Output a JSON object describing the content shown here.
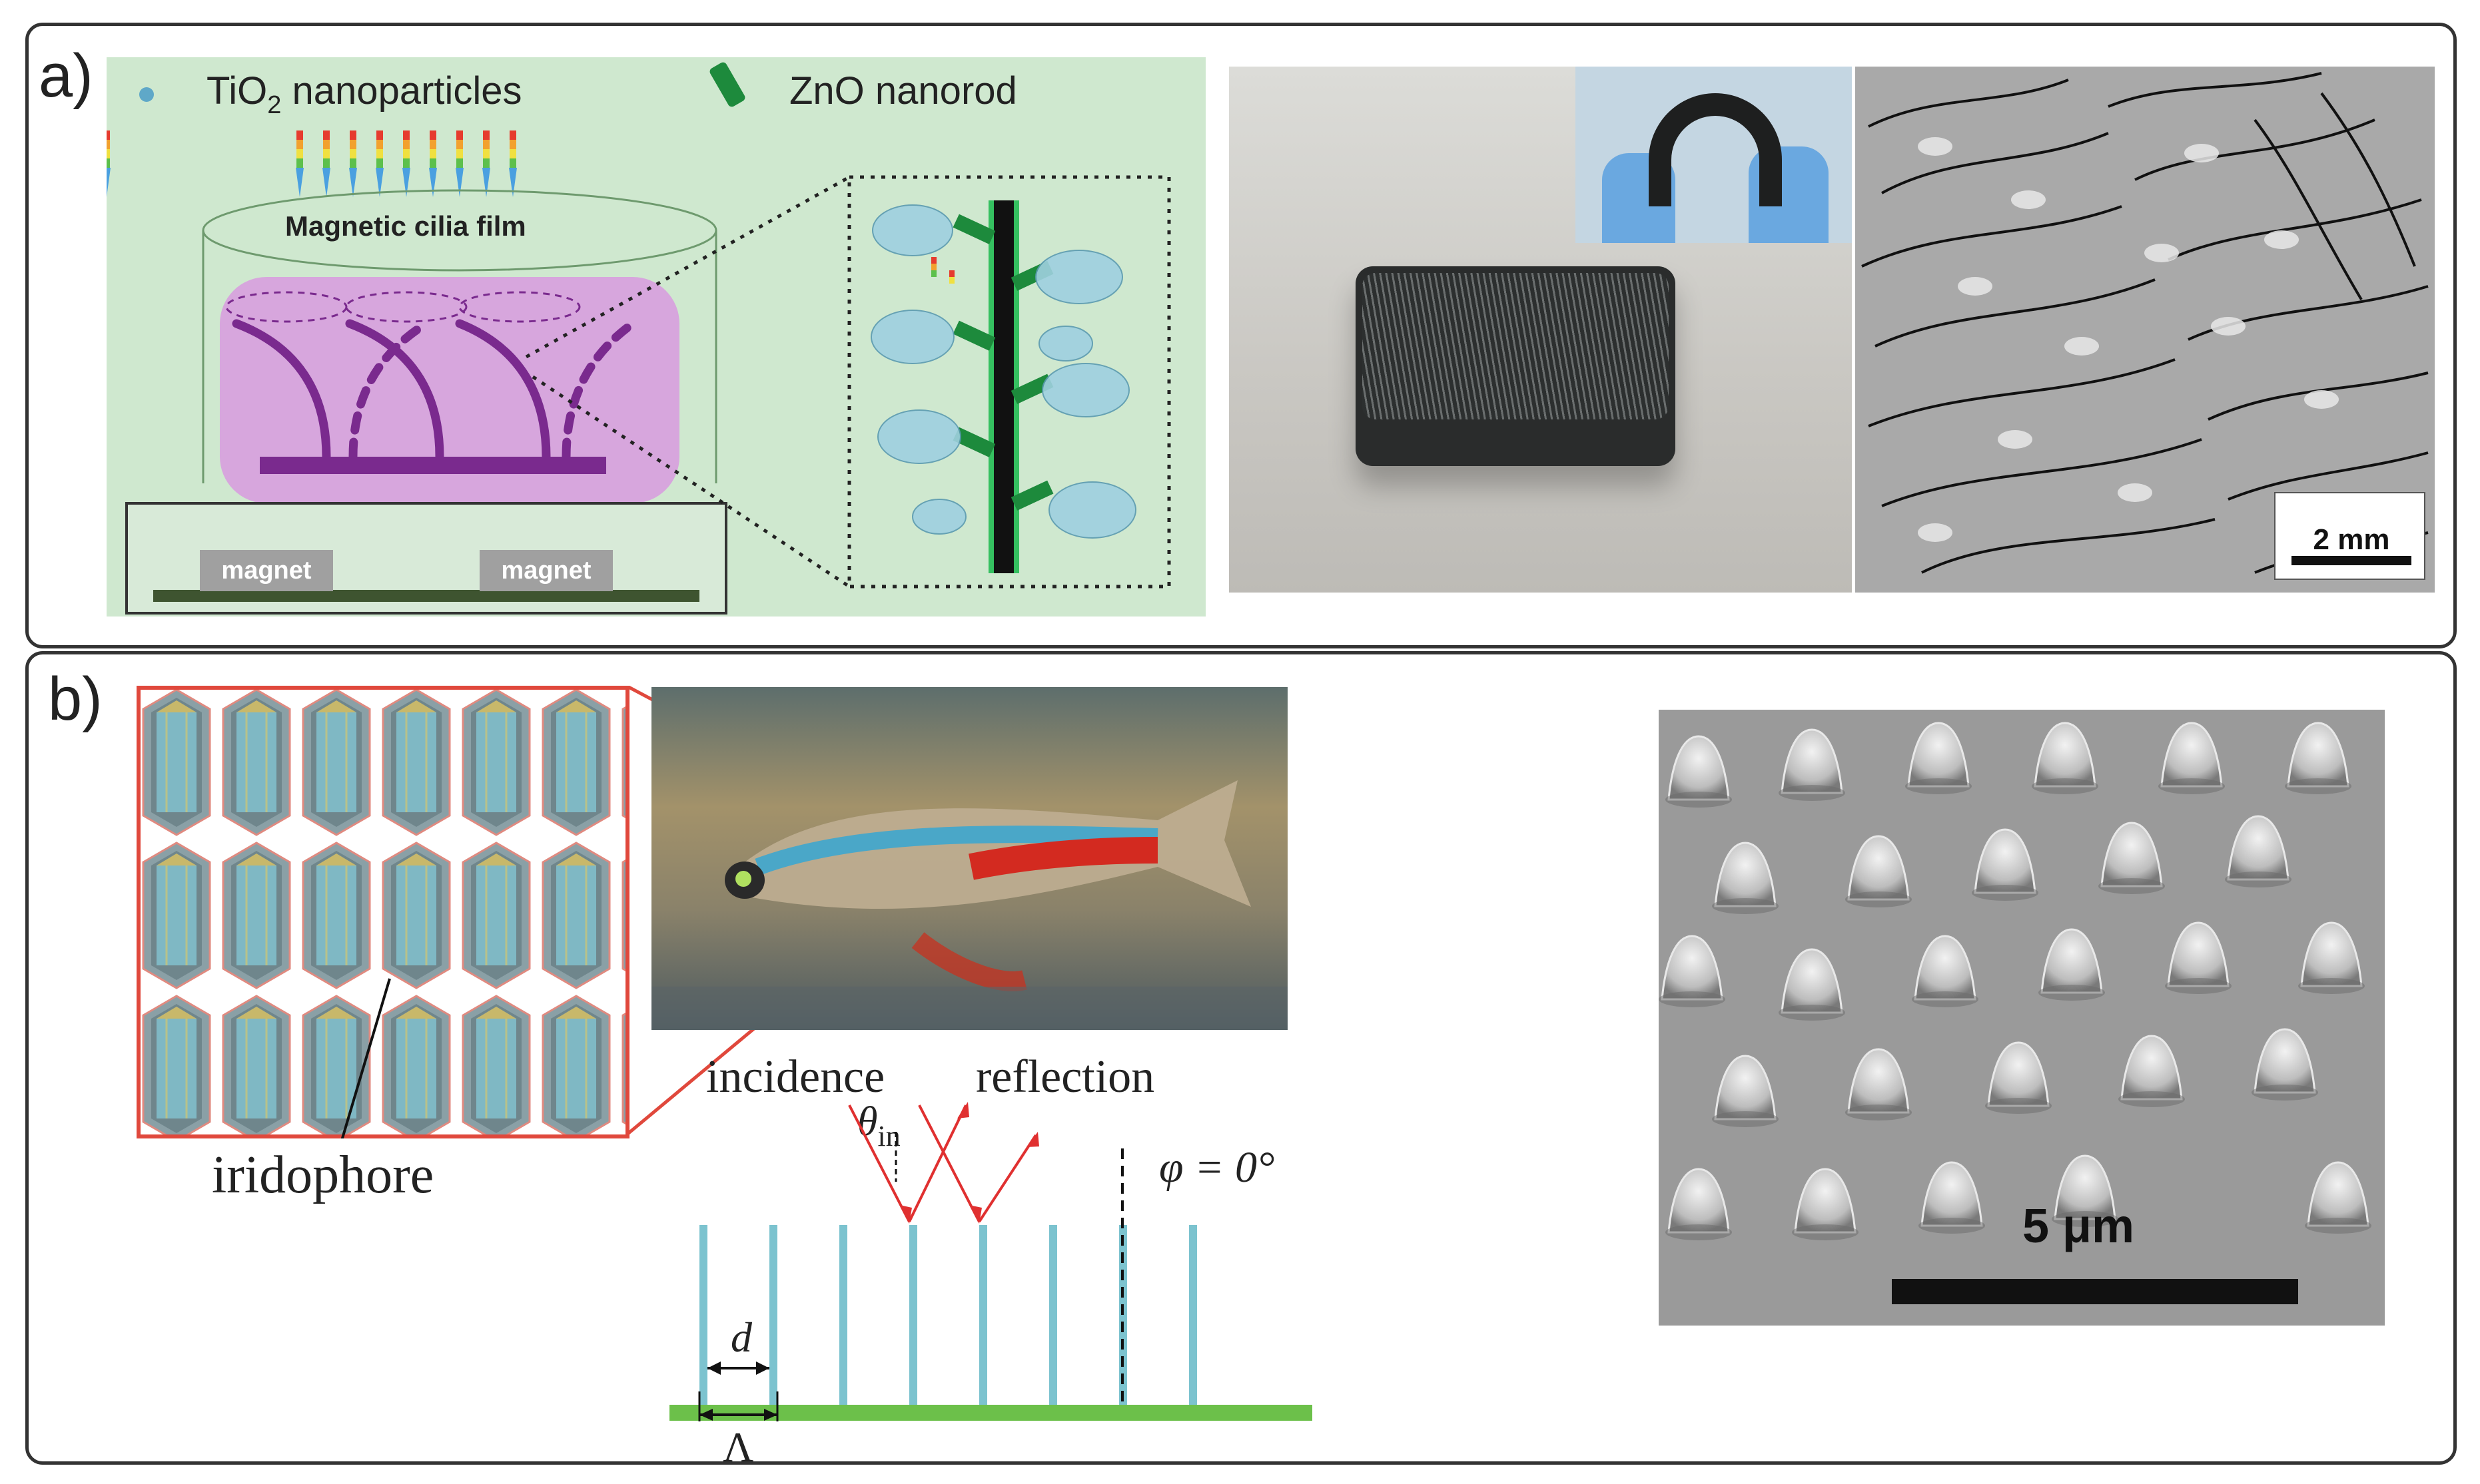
{
  "panel_a": {
    "label": "a)",
    "legend": {
      "tio2_prefix": "TiO",
      "tio2_sub": "2",
      "tio2_suffix": " nanoparticles",
      "zno": "ZnO nanorod"
    },
    "film_label": "Magnetic cilia film",
    "magnet_left": "magnet",
    "magnet_right": "magnet",
    "scale_bar": "2 mm"
  },
  "panel_b": {
    "label": "b)",
    "iridophore": "iridophore",
    "incidence": "incidence",
    "reflection": "reflection",
    "theta": "θ",
    "theta_sub": "in",
    "phi": "φ = 0°",
    "d": "d",
    "lambda": "Λ",
    "sem_scale": "5 μm"
  },
  "colors": {
    "diagram_bg": "#cfe8cf",
    "pink": "#d7a6dd",
    "cilia": "#7a2a8e",
    "rod": "#1aa05a",
    "pillar": "#7cc3cf",
    "substrate": "#6cc04a",
    "ray": "#e03030",
    "red_box": "#e0483c"
  }
}
